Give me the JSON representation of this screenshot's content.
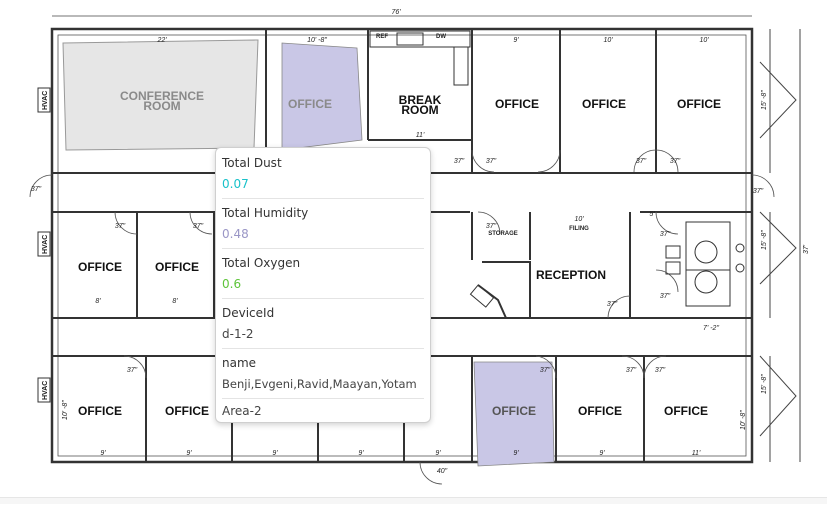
{
  "plan": {
    "overall_width_label": "76'",
    "hvac_label": "HVAC",
    "rooms": {
      "conference": [
        "CONFERENCE",
        "ROOM"
      ],
      "office": "OFFICE",
      "break": [
        "BREAK",
        "ROOM"
      ],
      "reception": "RECEPTION",
      "storage": "STORAGE",
      "filing": "FILING",
      "ref": "REF",
      "dw": "DW"
    },
    "dims": {
      "d22": "22'",
      "d10_8": "10' -8\"",
      "d9": "9'",
      "d10": "10'",
      "d11": "11'",
      "d8": "8'",
      "d37": "37\"",
      "d40": "40\"",
      "d7_2": "7' -2\"",
      "d10_8b": "10' -8\"",
      "d5": "5'",
      "d37ft": "37'",
      "d15_8": "15' -8\""
    }
  },
  "tooltip": {
    "dust": {
      "label": "Total Dust",
      "value": "0.07",
      "color": "#19c1c9"
    },
    "humidity": {
      "label": "Total Humidity",
      "value": "0.48",
      "color": "#9a96c6"
    },
    "oxygen": {
      "label": "Total Oxygen",
      "value": "0.6",
      "color": "#5ec43a"
    },
    "device": {
      "label": "DeviceId",
      "value": "d-1-2"
    },
    "name": {
      "label": "name",
      "value": "Benji,Evgeni,Ravid,Maayan,Yotam"
    },
    "area": {
      "value": "Area-2"
    }
  },
  "colors": {
    "highlight": "#c9c7e6",
    "conference_fill": "#e8e8e8",
    "wall": "#3b3b3b"
  }
}
